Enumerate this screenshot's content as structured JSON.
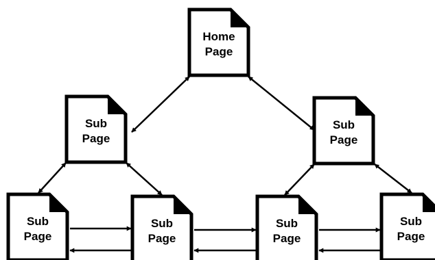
{
  "diagram": {
    "nodes": [
      {
        "id": "home",
        "lines": [
          "Home",
          "Page"
        ]
      },
      {
        "id": "sub-left",
        "lines": [
          "Sub",
          "Page"
        ]
      },
      {
        "id": "sub-right",
        "lines": [
          "Sub",
          "Page"
        ]
      },
      {
        "id": "sub-bottom-1",
        "lines": [
          "Sub",
          "Page"
        ]
      },
      {
        "id": "sub-bottom-2",
        "lines": [
          "Sub",
          "Page"
        ]
      },
      {
        "id": "sub-bottom-3",
        "lines": [
          "Sub",
          "Page"
        ]
      },
      {
        "id": "sub-bottom-4",
        "lines": [
          "Sub",
          "Page"
        ]
      }
    ],
    "links": [
      {
        "from": "home",
        "to": "sub-left",
        "direction": "both"
      },
      {
        "from": "home",
        "to": "sub-right",
        "direction": "both"
      },
      {
        "from": "sub-left",
        "to": "sub-bottom-1",
        "direction": "both"
      },
      {
        "from": "sub-left",
        "to": "sub-bottom-2",
        "direction": "both"
      },
      {
        "from": "sub-right",
        "to": "sub-bottom-3",
        "direction": "both"
      },
      {
        "from": "sub-right",
        "to": "sub-bottom-4",
        "direction": "both"
      },
      {
        "from": "sub-bottom-1",
        "to": "sub-bottom-2",
        "direction": "forward"
      },
      {
        "from": "sub-bottom-2",
        "to": "sub-bottom-1",
        "direction": "forward"
      },
      {
        "from": "sub-bottom-2",
        "to": "sub-bottom-3",
        "direction": "forward"
      },
      {
        "from": "sub-bottom-3",
        "to": "sub-bottom-2",
        "direction": "forward"
      },
      {
        "from": "sub-bottom-3",
        "to": "sub-bottom-4",
        "direction": "forward"
      },
      {
        "from": "sub-bottom-4",
        "to": "sub-bottom-3",
        "direction": "forward"
      }
    ],
    "colors": {
      "stroke": "#000000",
      "fill": "#ffffff",
      "background": "#ffffff"
    },
    "icon": "document-page-icon"
  }
}
